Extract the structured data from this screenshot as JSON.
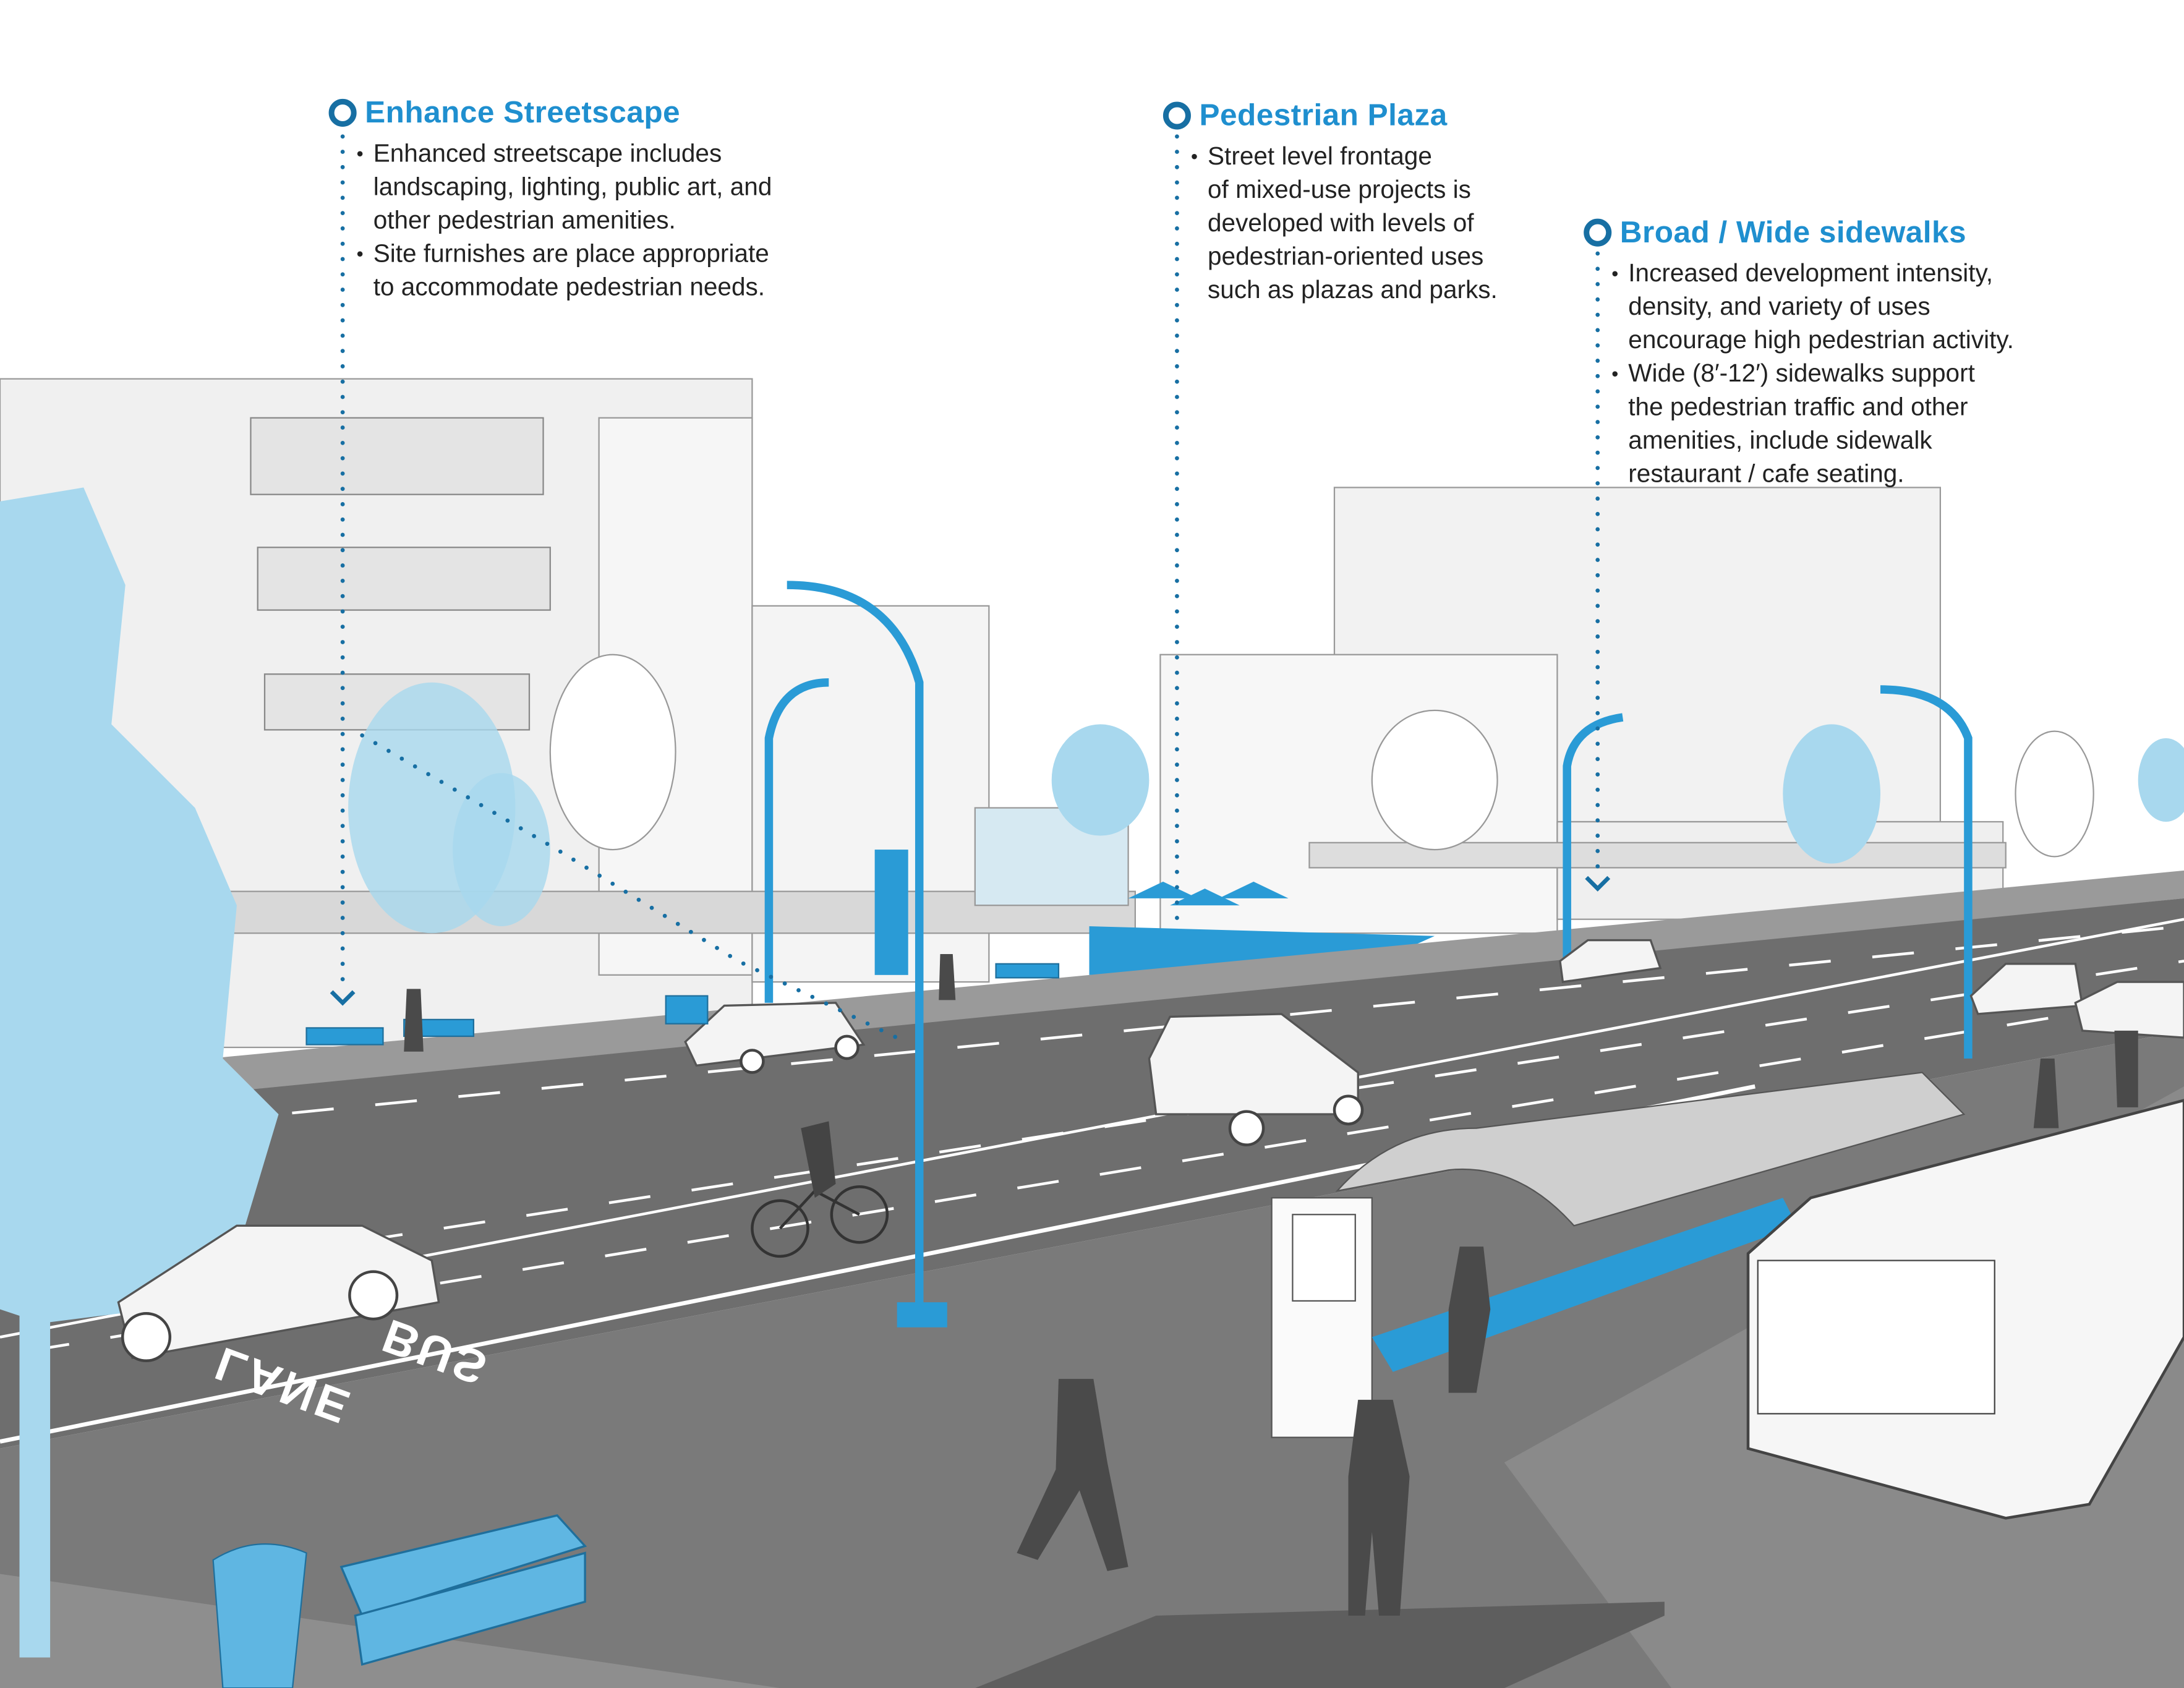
{
  "callouts": [
    {
      "title": "Enhance Streetscape",
      "bullets": [
        "Enhanced streetscape includes\nlandscaping, lighting, public art, and\nother pedestrian amenities.",
        "Site furnishes are place appropriate\nto accommodate pedestrian needs."
      ]
    },
    {
      "title": "Pedestrian Plaza",
      "bullets": [
        " Street level frontage\nof mixed-use projects is\ndeveloped with levels of\npedestrian-oriented uses\nsuch as plazas and parks."
      ]
    },
    {
      "title": "Broad / Wide sidewalks",
      "bullets": [
        "Increased development intensity,\ndensity, and variety of uses\nencourage high pedestrian activity.",
        " Wide (8′-12′) sidewalks support\nthe pedestrian traffic and other\namenities, include sidewalk\nrestaurant / cafe seating."
      ]
    }
  ],
  "road_markings": {
    "bus": "BUS",
    "lane": "LANE"
  },
  "colors": {
    "accent": "#1f8fcf",
    "ring": "#176fa3",
    "tree": "#a8d8ee",
    "road": "#6e6e6e",
    "sidewalk": "#8a8a8a",
    "furniture": "#2a9bd6"
  }
}
